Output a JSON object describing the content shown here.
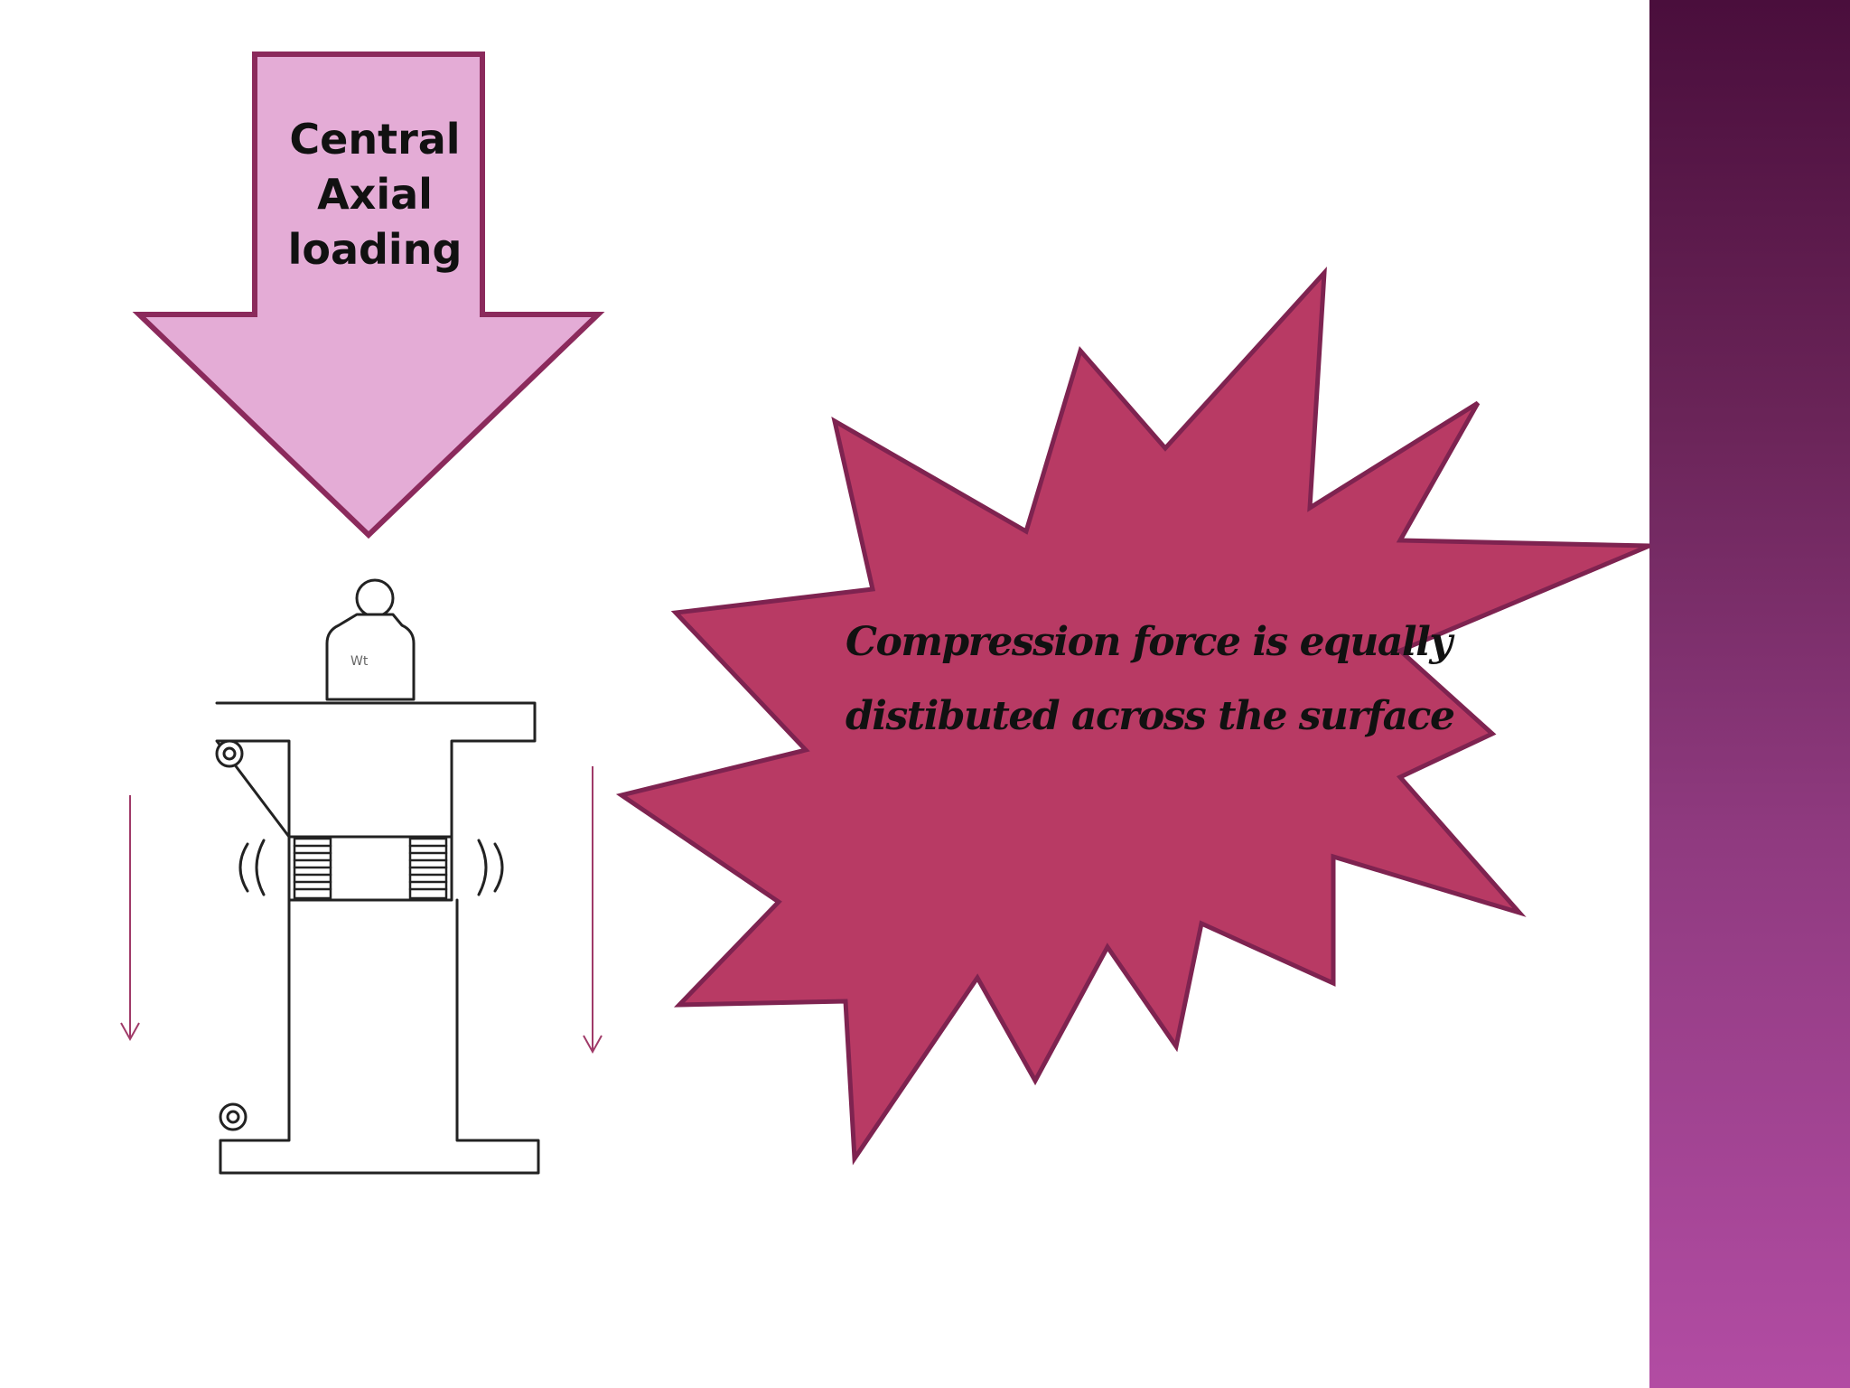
{
  "arrow": {
    "label": "Central\nAxial\nloading"
  },
  "burst": {
    "text_line1": "Compression force is equally",
    "text_line2": "distibuted across the surface"
  },
  "weight": {
    "label": "Wt"
  },
  "colors": {
    "arrow_fill": "#e4acd6",
    "arrow_stroke": "#8b2a5c",
    "burst_fill": "#b83a64",
    "burst_stroke": "#7e2350",
    "side_bar_top": "#4a0e3c",
    "side_bar_bottom": "#b24ca3"
  }
}
